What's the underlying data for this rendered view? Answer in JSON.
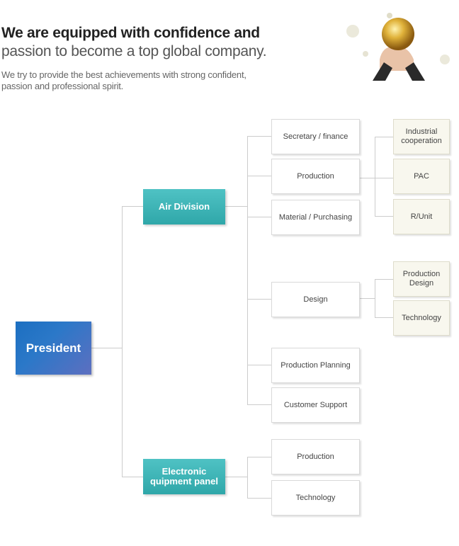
{
  "header": {
    "headline_line1": "We are equipped with confidence and",
    "headline_line2": "passion to become a top global company.",
    "subtitle_line1": "We try to provide the best achievements with strong confident,",
    "subtitle_line2": "passion and professional spirit."
  },
  "org": {
    "president": "President",
    "air_division": {
      "label": "Air Division",
      "departments": {
        "secretary_finance": "Secretary / finance",
        "production": "Production",
        "material_purchasing": "Material / Purchasing",
        "design": "Design",
        "production_planning": "Production Planning",
        "customer_support": "Customer Support"
      },
      "production_units": {
        "industrial_cooperation_l1": "Industrial",
        "industrial_cooperation_l2": "cooperation",
        "pac": "PAC",
        "r_unit": "R/Unit"
      },
      "design_units": {
        "production_design_l1": "Production",
        "production_design_l2": "Design",
        "technology": "Technology"
      }
    },
    "electronic_panel": {
      "label_l1": "Electronic",
      "label_l2": "quipment panel",
      "departments": {
        "production": "Production",
        "technology": "Technology"
      }
    }
  },
  "colors": {
    "president_blue": "#2b78c8",
    "division_teal": "#3bb3b5",
    "connector_gray": "#cccccc",
    "sub_unit_bg": "#f8f7ee"
  }
}
